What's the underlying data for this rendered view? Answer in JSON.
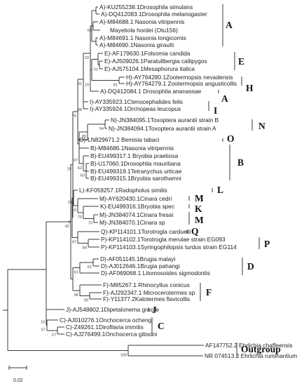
{
  "leaves": [
    "A)-KU255238.1Drosophila simulans",
    "A)-DQ412083.1Drosophila melanogaster",
    "A)-M84688.1 Nasonia vitripennis",
    "Mayetiola hordei (Otu156)",
    "A)-M84691.1 Nasonia longicornis",
    "A)-M84690.1Nasonia giraulti",
    "E)-AF179630.1Folsomia candida",
    "E)-AJ509026.1Paratullbergia callipygos",
    "E)-AJ575104.1Mesaphorura italica",
    "H)-AY764280.1Zootermopsis nevadensis",
    "H)-AY764279.1 Zootermopsis angusticollis",
    "A)-DQ412084.1 Drosophila ananassae",
    "I)-AY335923.1Ctenocephalides felis",
    "I)-AY335924.1Orchopeas leucopus",
    "N)-JN384095.1Toxoptera aurantii strain B",
    "N)-JN384094.1Toxoptera aurantii strain A",
    "O)-LN829671.2 Bemisia tabaci",
    "B)-M84686.1Nasonia vitripennis",
    "B)-EU499317.1 Bryobia praetiosa",
    "B)-U17060.1Drosophila mauritiana",
    "B)-EU499319.1Tetranychus urticae",
    "B)-EU499315.1Bryobia sarothamni",
    "L)-KF059257.1Radopholus similis",
    "M)-AY620430.1Cinara cedri",
    "K)-EU499316.1Bryobia spec",
    "M)-JN384074.1Cinara fresai",
    "M)-JN384070.1Cinara sp",
    "Q)-KP114101.1Torotrogla carduelli",
    "P)-KP114102.1Torotrogla merulae strain EG093",
    "P)-KP114103.1Syringophilopsis turdus strain EG114",
    "D)-AF051145.1Brugia malayi",
    "D)-AJ012646.1Brugia pahangi",
    "D)-AF069068.1 Litomosoides sigmodontis",
    "F)-M85267.1 Rhinocyllus conicus",
    "F)-AJ292347.1 Microcerotermes sp",
    "F)-Y11377.2Kalotermes flavicollis",
    "J)-AJ548802.1Dipetalonema gracile",
    "C)-AJ010276.1Onchocerca ochengi",
    "C)-Z49261.1Dirofilaria immitis",
    "C)-AJ276499.1Onchocerca gibsoni",
    "AF147752.2 Ehrlichia chaffeensis",
    "NR 074513.2 Ehrlichia ruminantium"
  ],
  "bootstrap": [
    "65",
    "61",
    "22",
    "51",
    "81",
    "19",
    "98",
    "31",
    "54",
    "95",
    "97",
    "62",
    "63",
    "76",
    "8",
    "29",
    "10",
    "70",
    "97",
    "70",
    "84",
    "29",
    "42",
    "61",
    "99",
    "96",
    "15",
    "57",
    "27",
    "100"
  ],
  "groups": [
    "A",
    "E",
    "H",
    "A",
    "I",
    "N",
    "O",
    "B",
    "L",
    "M",
    "K",
    "M",
    "Q",
    "P",
    "D",
    "F",
    "J",
    "C",
    "Outgroup"
  ],
  "scale_bar": {
    "label": "0.02"
  },
  "colors": {
    "branch": "#3a3a3a",
    "text": "#222222"
  }
}
